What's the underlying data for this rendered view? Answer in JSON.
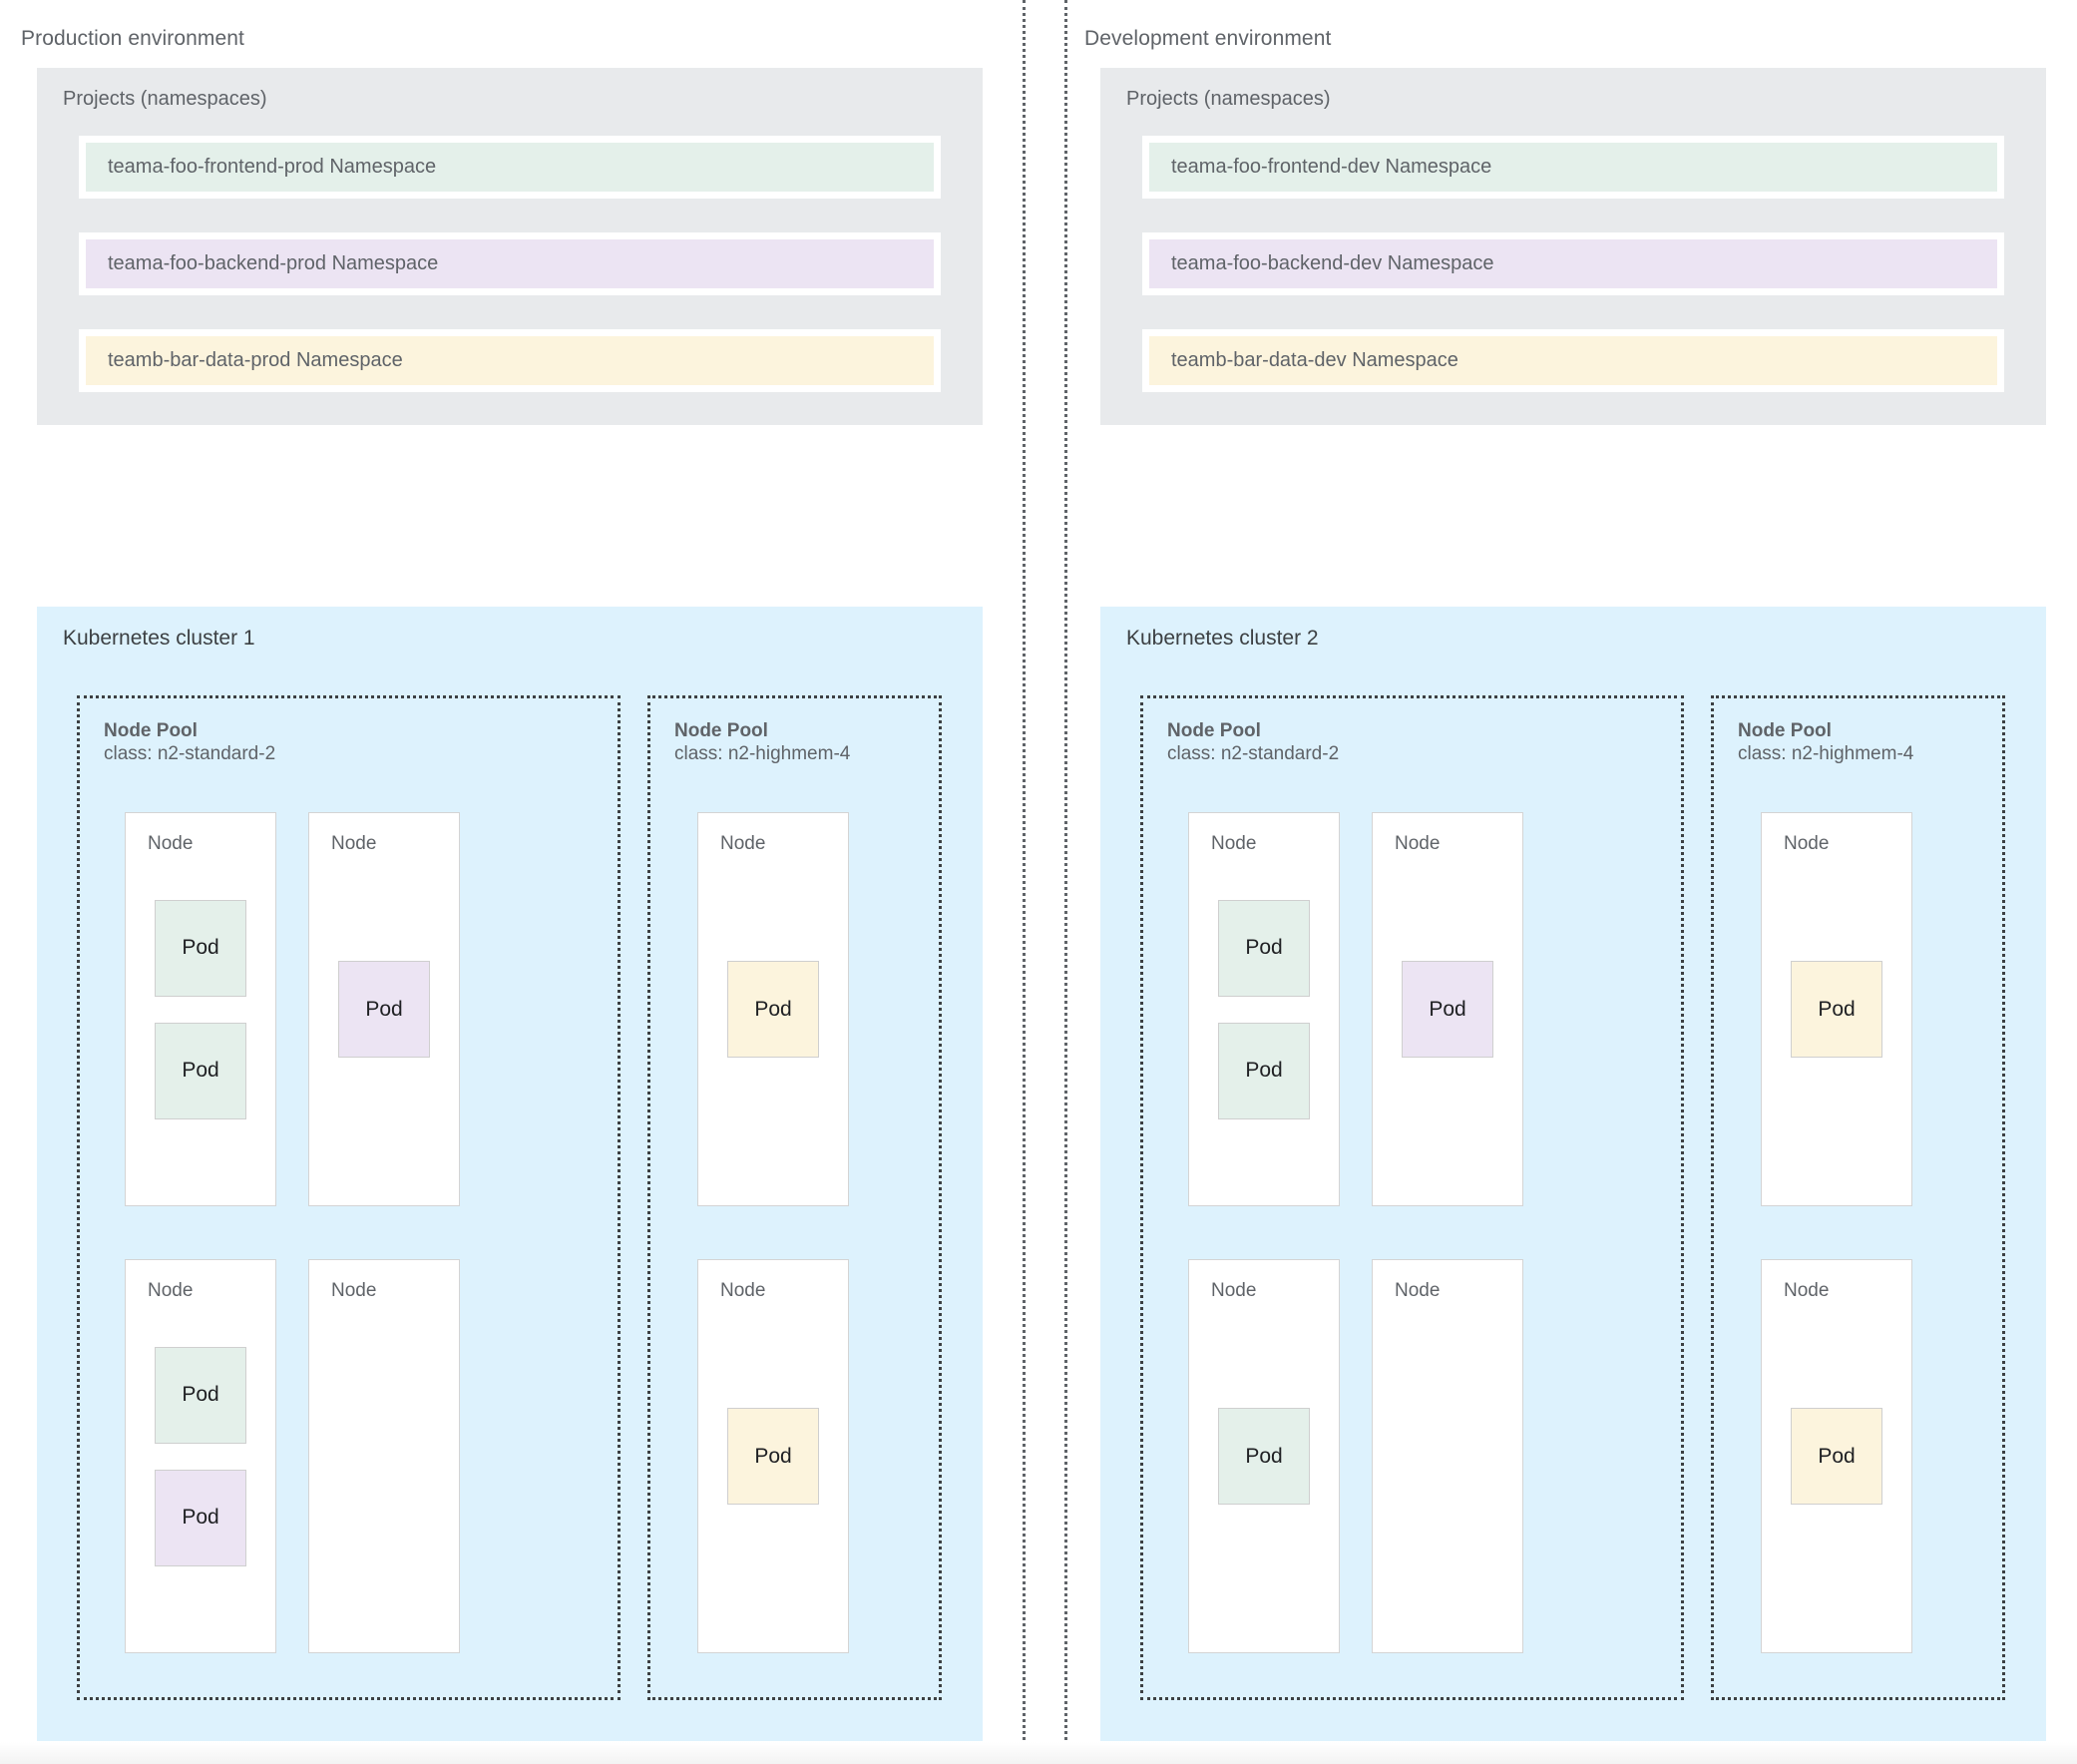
{
  "colors": {
    "green": "#e4f0ea",
    "purple": "#ece4f3",
    "yellow": "#fcf4dd",
    "cluster_blue": "#ddf2fd",
    "projects_gray": "#e8eaec",
    "text_gray": "#5f6368",
    "node_border": "#d4d4d4",
    "pod_border": "#cfcfcf",
    "divider": "#3c4043"
  },
  "labels": {
    "projects_title": "Projects (namespaces)",
    "node_pool": "Node Pool",
    "node": "Node",
    "pod": "Pod"
  },
  "environments": [
    {
      "title": "Production environment",
      "projects": {
        "title": "Projects (namespaces)",
        "namespaces": [
          {
            "label": "teama-foo-frontend-prod Namespace",
            "tint": "green"
          },
          {
            "label": "teama-foo-backend-prod Namespace",
            "tint": "purple"
          },
          {
            "label": "teamb-bar-data-prod Namespace",
            "tint": "yellow"
          }
        ]
      },
      "cluster": {
        "title": "Kubernetes cluster 1",
        "node_pools": [
          {
            "name": "Node Pool",
            "class": "class: n2-standard-2",
            "columns": 2,
            "nodes": [
              {
                "label": "Node",
                "row": 0,
                "col": 0,
                "pods": [
                  {
                    "label": "Pod",
                    "tint": "green"
                  },
                  {
                    "label": "Pod",
                    "tint": "green"
                  }
                ]
              },
              {
                "label": "Node",
                "row": 0,
                "col": 1,
                "pods": [
                  {
                    "label": "Pod",
                    "tint": "purple"
                  }
                ]
              },
              {
                "label": "Node",
                "row": 1,
                "col": 0,
                "pods": [
                  {
                    "label": "Pod",
                    "tint": "green"
                  },
                  {
                    "label": "Pod",
                    "tint": "purple"
                  }
                ]
              },
              {
                "label": "Node",
                "row": 1,
                "col": 1,
                "pods": []
              }
            ]
          },
          {
            "name": "Node Pool",
            "class": "class: n2-highmem-4",
            "columns": 1,
            "nodes": [
              {
                "label": "Node",
                "row": 0,
                "col": 0,
                "pods": [
                  {
                    "label": "Pod",
                    "tint": "yellow"
                  }
                ]
              },
              {
                "label": "Node",
                "row": 1,
                "col": 0,
                "pods": [
                  {
                    "label": "Pod",
                    "tint": "yellow"
                  }
                ]
              }
            ]
          }
        ]
      }
    },
    {
      "title": "Development environment",
      "projects": {
        "title": "Projects (namespaces)",
        "namespaces": [
          {
            "label": "teama-foo-frontend-dev Namespace",
            "tint": "green"
          },
          {
            "label": "teama-foo-backend-dev Namespace",
            "tint": "purple"
          },
          {
            "label": "teamb-bar-data-dev Namespace",
            "tint": "yellow"
          }
        ]
      },
      "cluster": {
        "title": "Kubernetes cluster 2",
        "node_pools": [
          {
            "name": "Node Pool",
            "class": "class: n2-standard-2",
            "columns": 2,
            "nodes": [
              {
                "label": "Node",
                "row": 0,
                "col": 0,
                "pods": [
                  {
                    "label": "Pod",
                    "tint": "green"
                  },
                  {
                    "label": "Pod",
                    "tint": "green"
                  }
                ]
              },
              {
                "label": "Node",
                "row": 0,
                "col": 1,
                "pods": [
                  {
                    "label": "Pod",
                    "tint": "purple"
                  }
                ]
              },
              {
                "label": "Node",
                "row": 1,
                "col": 0,
                "pods": [
                  {
                    "label": "Pod",
                    "tint": "green"
                  }
                ]
              },
              {
                "label": "Node",
                "row": 1,
                "col": 1,
                "pods": []
              }
            ]
          },
          {
            "name": "Node Pool",
            "class": "class: n2-highmem-4",
            "columns": 1,
            "nodes": [
              {
                "label": "Node",
                "row": 0,
                "col": 0,
                "pods": [
                  {
                    "label": "Pod",
                    "tint": "yellow"
                  }
                ]
              },
              {
                "label": "Node",
                "row": 1,
                "col": 0,
                "pods": [
                  {
                    "label": "Pod",
                    "tint": "yellow"
                  }
                ]
              }
            ]
          }
        ]
      }
    }
  ]
}
